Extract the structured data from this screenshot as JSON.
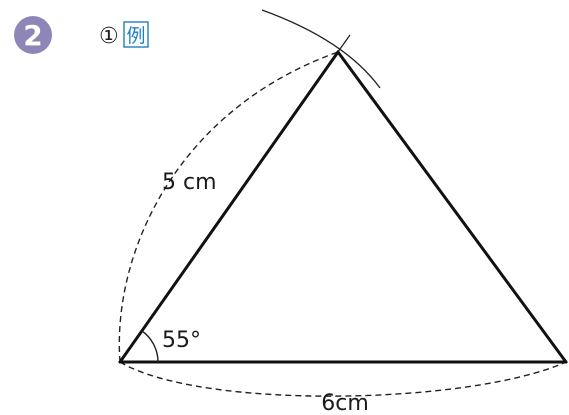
{
  "problem": {
    "number": "2",
    "sub_marker": "①",
    "example_label": "例"
  },
  "triangle": {
    "base_label": "6cm",
    "side_label": "5 cm",
    "angle_label": "55°"
  },
  "colors": {
    "badge_fill": "#8f86b8",
    "example_accent": "#1f7fc0",
    "line": "#111111"
  }
}
